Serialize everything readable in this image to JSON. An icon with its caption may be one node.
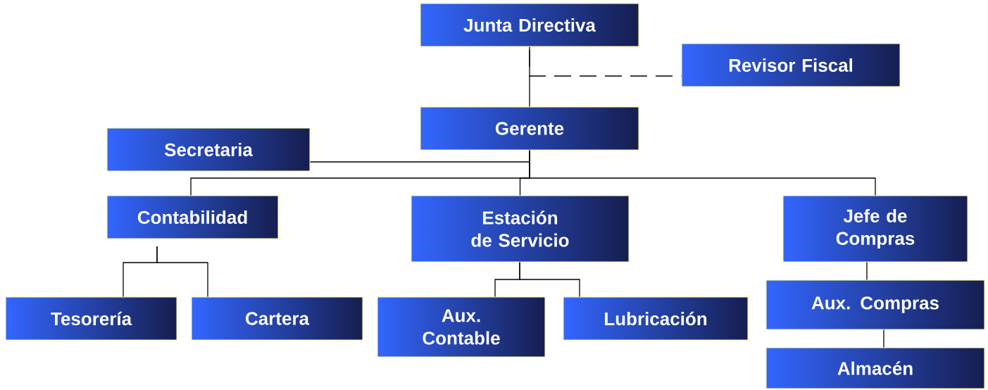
{
  "diagram": {
    "nodes": [
      {
        "text": [
          "Junta Directiva"
        ]
      },
      {
        "text": [
          "Revisor Fiscal"
        ]
      },
      {
        "text": [
          "Gerente"
        ]
      },
      {
        "text": [
          "Secretaria"
        ]
      },
      {
        "text": [
          "Contabilidad"
        ]
      },
      {
        "text": [
          "Estación de Servicio"
        ]
      },
      {
        "text": [
          "Jefe de Compras"
        ]
      },
      {
        "text": [
          "Tesorería"
        ]
      },
      {
        "text": [
          "Cartera"
        ]
      },
      {
        "text": [
          "Aux. Contable"
        ]
      },
      {
        "text": [
          "Lubricación"
        ]
      },
      {
        "text": [
          "Aux. Compras"
        ]
      },
      {
        "text": [
          "Almacén"
        ]
      }
    ],
    "edges": [
      {
        "from": 0,
        "to": 2,
        "arrow": "none"
      },
      {
        "from": 0,
        "to": 1,
        "arrow": "none",
        "style": "dashed"
      },
      {
        "from": 2,
        "to": 3,
        "arrow": "none"
      },
      {
        "from": 2,
        "to": 4,
        "arrow": "none"
      },
      {
        "from": 2,
        "to": 5,
        "arrow": "none"
      },
      {
        "from": 2,
        "to": 6,
        "arrow": "none"
      },
      {
        "from": 4,
        "to": 7,
        "arrow": "none"
      },
      {
        "from": 4,
        "to": 8,
        "arrow": "none"
      },
      {
        "from": 5,
        "to": 9,
        "arrow": "none"
      },
      {
        "from": 5,
        "to": 10,
        "arrow": "none"
      },
      {
        "from": 6,
        "to": 11,
        "arrow": "none"
      },
      {
        "from": 11,
        "to": 12,
        "arrow": "none"
      }
    ]
  }
}
